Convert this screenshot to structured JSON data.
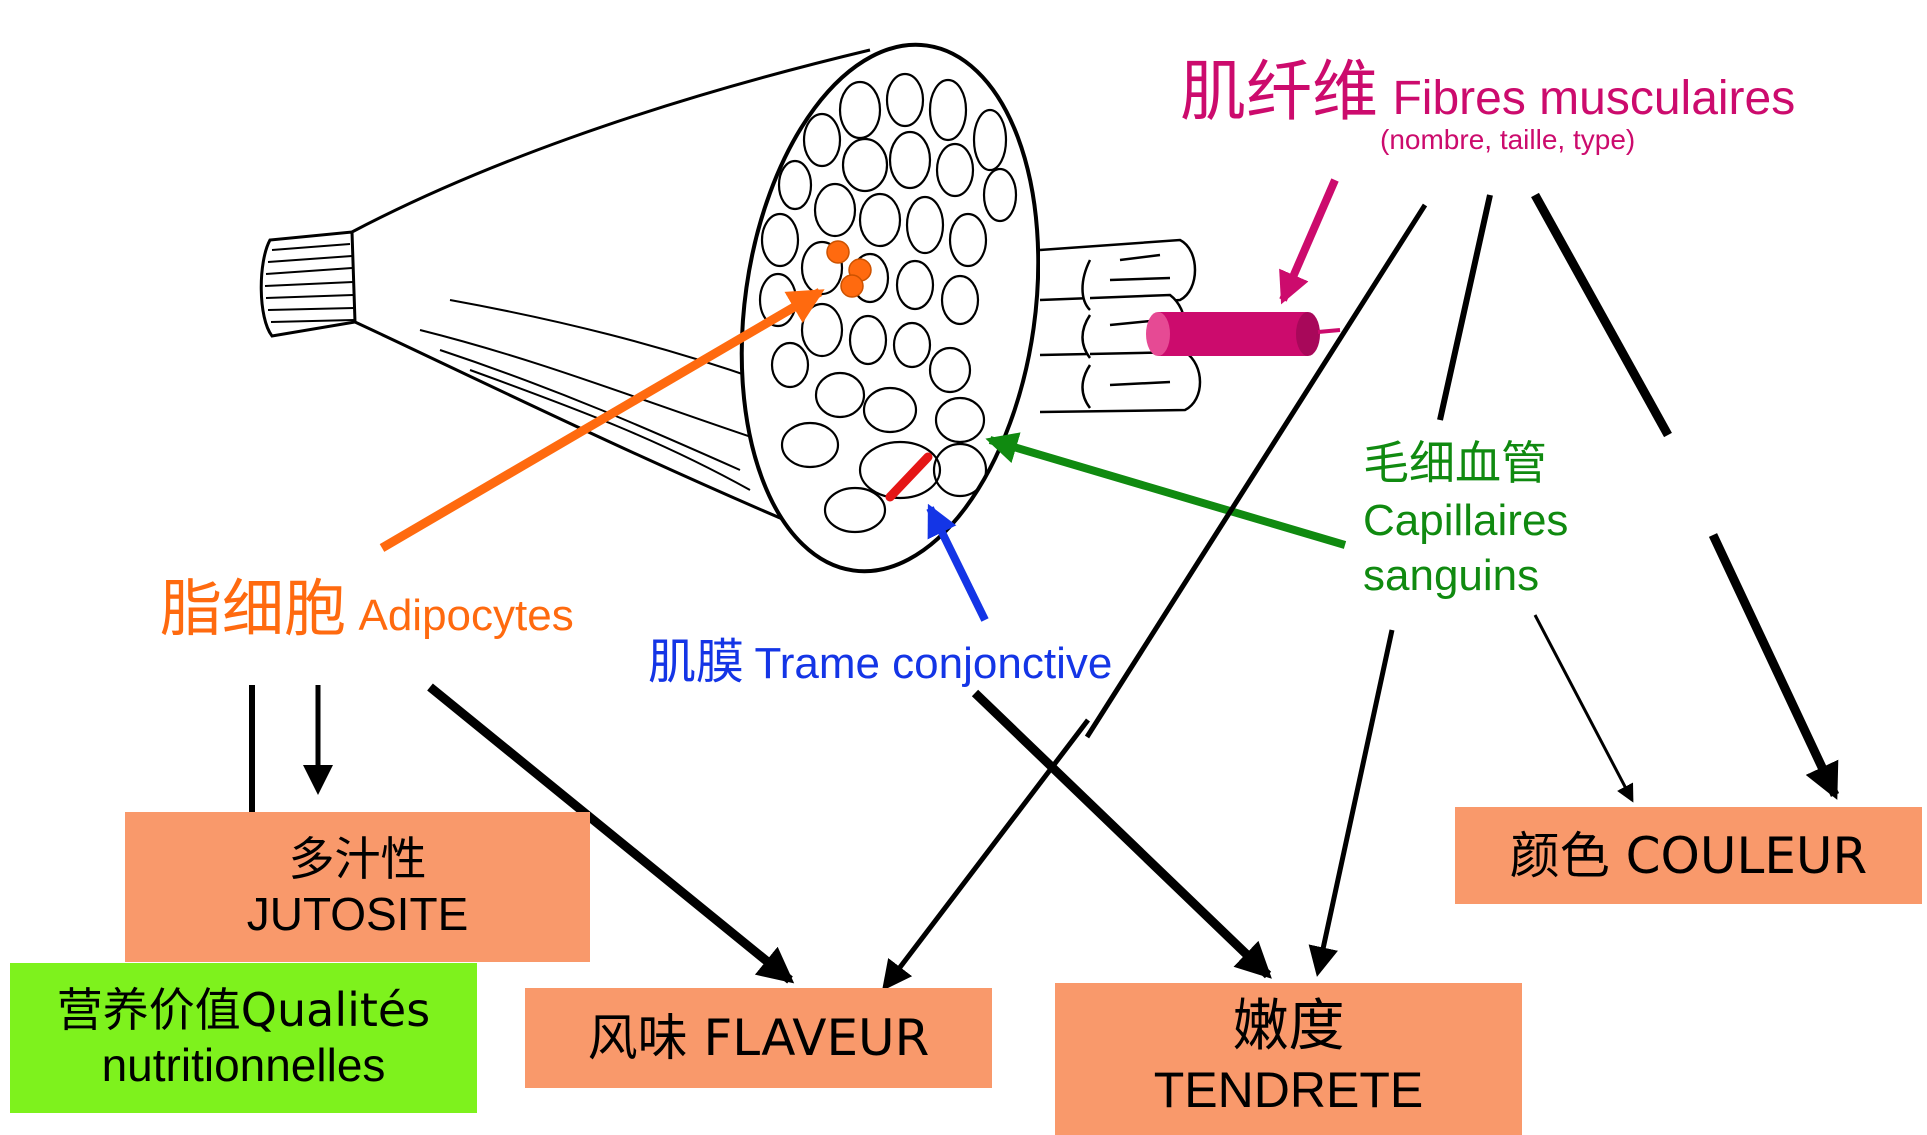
{
  "colors": {
    "fibres": "#cc0b6d",
    "adipocytes": "#ff6a0f",
    "capillaires": "#108a10",
    "trame": "#1435e6",
    "box_orange": "#f9996b",
    "box_green": "#7ef21d",
    "black": "#000000"
  },
  "labels": {
    "fibres": {
      "zh": "肌纤维",
      "fr": "Fibres musculaires",
      "sub": "(nombre, taille, type)"
    },
    "capillaires": {
      "zh": "毛细血管",
      "fr_line1": "Capillaires",
      "fr_line2": "sanguins"
    },
    "adipocytes": {
      "zh": "脂细胞",
      "fr": "Adipocytes"
    },
    "trame": {
      "zh": "肌膜",
      "fr": "Trame conjonctive"
    }
  },
  "boxes": {
    "jutosite": {
      "line1": "多汁性",
      "line2": "JUTOSITE"
    },
    "qualites": {
      "line1": "营养价值Qualités",
      "line2": "nutritionnelles"
    },
    "flaveur": {
      "text": "风味 FLAVEUR"
    },
    "tendrete": {
      "line1": "嫩度",
      "line2": "TENDRETE"
    },
    "couleur": {
      "text": "颜色 COULEUR"
    }
  }
}
